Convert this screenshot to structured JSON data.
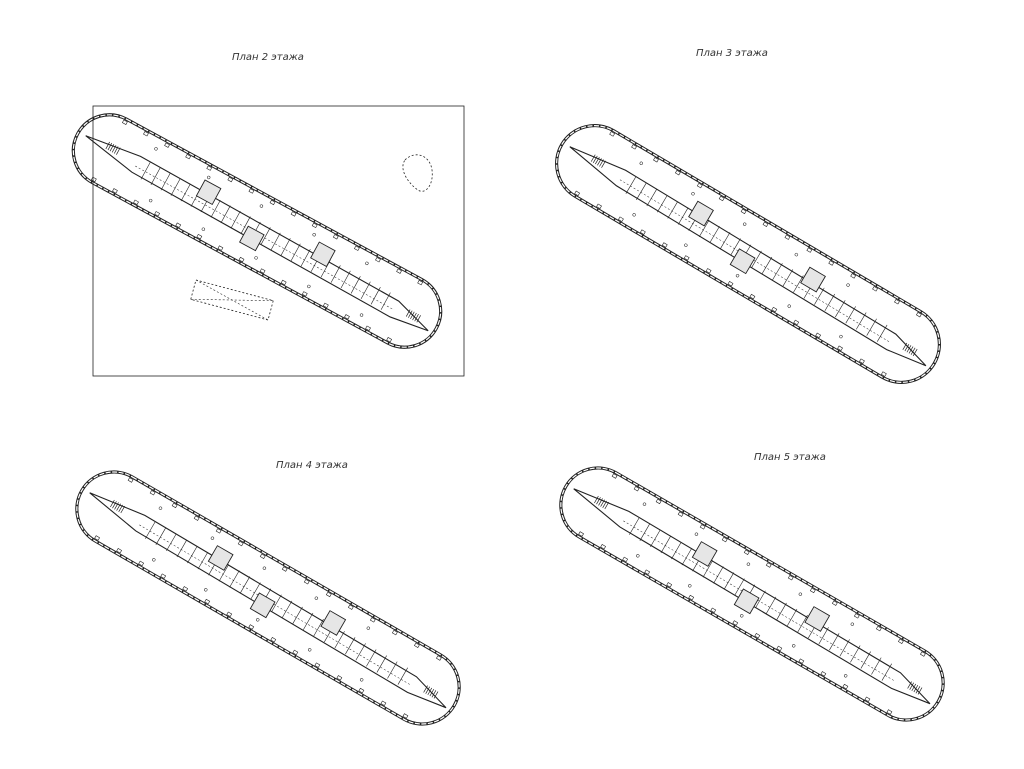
{
  "plans": [
    {
      "title": "План 2 этажа"
    },
    {
      "title": "План 3 этажа"
    },
    {
      "title": "План 4 этажа"
    },
    {
      "title": "План 5 этажа"
    }
  ],
  "colors": {
    "line": "#222222",
    "ink": "#333333",
    "background": "#ffffff"
  }
}
